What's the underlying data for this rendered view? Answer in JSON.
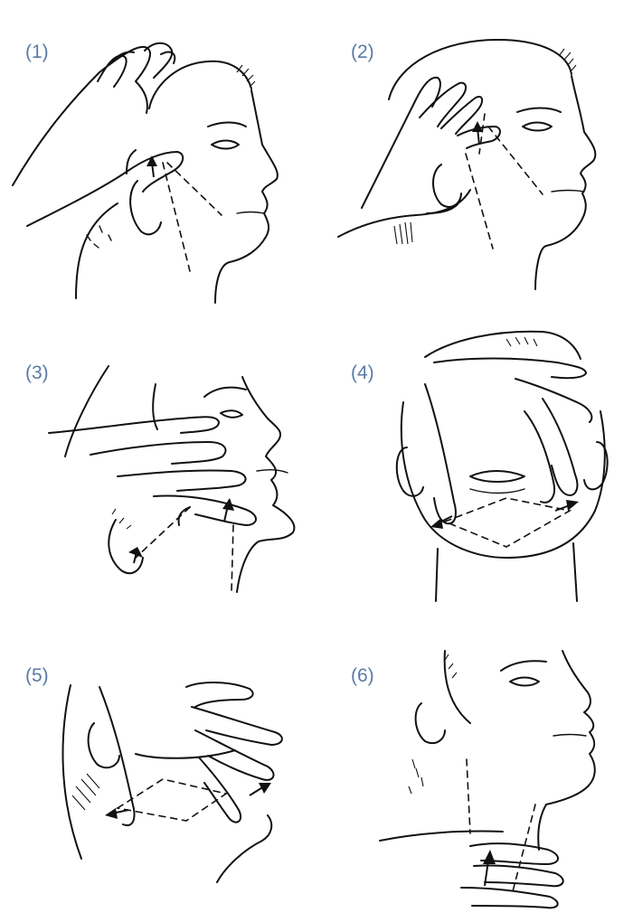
{
  "panels": [
    {
      "label": "(1)",
      "icon": "lymph-massage-temple-icon"
    },
    {
      "label": "(2)",
      "icon": "lymph-massage-preauricular-icon"
    },
    {
      "label": "(3)",
      "icon": "lymph-massage-jaw-icon"
    },
    {
      "label": "(4)",
      "icon": "lymph-massage-chin-frontal-icon"
    },
    {
      "label": "(5)",
      "icon": "lymph-massage-submandibular-icon"
    },
    {
      "label": "(6)",
      "icon": "lymph-massage-neck-icon"
    }
  ]
}
